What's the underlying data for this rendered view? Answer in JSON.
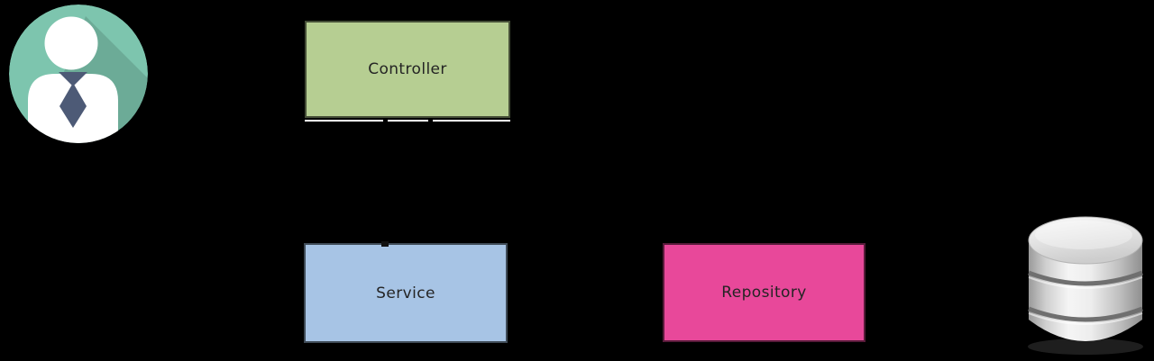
{
  "diagram": {
    "background": "#000000",
    "actor": {
      "icon": "user-icon",
      "circle_fill": "#7dc5ae",
      "shadow_fill": "rgba(0,0,0,0.13)",
      "person_fill": "#ffffff",
      "tie_fill": "#4d5a76"
    },
    "nodes": [
      {
        "id": "controller",
        "label": "Controller",
        "fill": "#b6ce92"
      },
      {
        "id": "service",
        "label": "Service",
        "fill": "#a7c4e5"
      },
      {
        "id": "repository",
        "label": "Repository",
        "fill": "#e8489a"
      }
    ],
    "database": {
      "icon": "database-icon",
      "body_fill": "#d9d9d9",
      "groove_color": "#6f6f6f"
    },
    "text_color": "#242424",
    "border_color": "rgba(0,0,0,0.62)"
  }
}
